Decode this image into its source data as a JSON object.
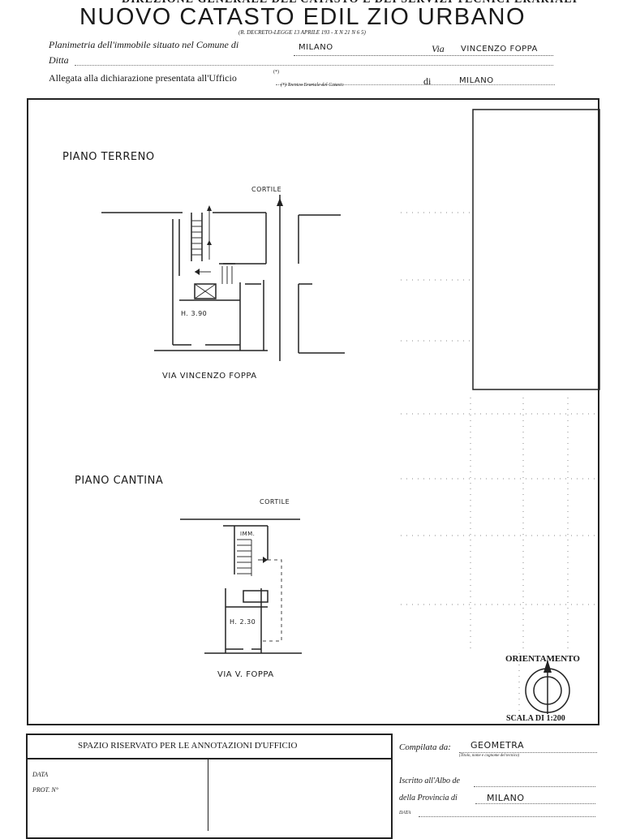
{
  "header": {
    "top_partial": "DIREZIONE GENERALE DEL CATASTO E DEI SERVIZI TECNICI ERARIALI",
    "title": "NUOVO CATASTO EDIL ZIO URBANO",
    "decree": "(R. DECRETO-LEGGE 13 APRILE 193 - X N 21 N 6 5)",
    "line1_label": "Planimetria dell'immobile situato nel Comune di",
    "comune": "MILANO",
    "via_label": "Via",
    "via_value": "VINCENZO FOPPA",
    "ditta_label": "Ditta",
    "line3_label": "Allegata alla dichiarazione presentata all'Ufficio",
    "footnote_mark": "(*)",
    "footnote_text": "(*) Tecnico Erariale del Catasto",
    "di_label": "di",
    "ufficio_city": "MILANO"
  },
  "plan": {
    "piano_terreno": "PIANO TERRENO",
    "cortile_top": "CORTILE",
    "h_terreno": "H. 3.90",
    "street_terreno": "VIA VINCENZO FOPPA",
    "piano_cantina": "PIANO CANTINA",
    "cortile_bottom": "CORTILE",
    "imm_label": "IMM.",
    "h_cantina": "H. 2.30",
    "street_cantina": "VIA V. FOPPA",
    "orientamento": "ORIENTAMENTO",
    "scala": "SCALA DI 1:200"
  },
  "footer": {
    "spazio_title": "SPAZIO RISERVATO PER LE ANNOTAZIONI D'UFFICIO",
    "data_label": "DATA",
    "prot_label": "PROT. N°",
    "compilata_label": "Compilata da:",
    "compilata_value": "GEOMETRA",
    "compilata_note": "(Titolo, nome e cognome del tecnico)",
    "iscritto_label": "Iscritto all'Albo de",
    "provincia_label": "della Provincia di",
    "provincia_value": "MILANO",
    "data2_label": "DATA"
  }
}
